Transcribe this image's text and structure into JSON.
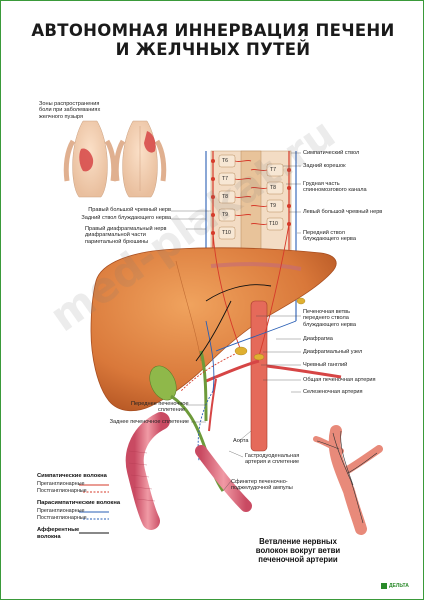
{
  "title": {
    "line1": "АВТОНОМНАЯ ИННЕРВАЦИЯ ПЕЧЕНИ",
    "line2": "И ЖЕЛЧНЫХ ПУТЕЙ"
  },
  "pain_zones": {
    "line1": "Зоны распространения",
    "line2": "боли при заболеваниях",
    "line3": "желчного пузыря"
  },
  "vertebrae": [
    "T6",
    "T7",
    "T8",
    "T9",
    "T10"
  ],
  "vertebrae_right": [
    "T7",
    "T8",
    "T9",
    "T10"
  ],
  "labels_right": [
    "Симпатический ствол",
    "Задний корешок",
    "Грудная часть",
    "спинномозгового канала",
    "Левый большой чревный нерв",
    "Передний ствол",
    "блуждающего нерва",
    "Печеночная ветвь",
    "переднего ствола",
    "блуждающего нерва",
    "Диафрагма",
    "Диафрагмальный узел",
    "Чревный ганглий",
    "Общая печеночная артерия",
    "Селезеночная артерия"
  ],
  "labels_left": [
    "Правый большой чревный нерв",
    "Задний ствол блуждающего нерва",
    "Правый диафрагмальный нерв",
    "диафрагмальной части",
    "париетальной брюшины"
  ],
  "labels_center": [
    "Переднее печеночное",
    "сплетение",
    "Заднее печеночное сплетение",
    "Аорта",
    "Гастродуоденальная",
    "артерия и сплетение",
    "Сфинктер печеночно-",
    "поджелудочной ампулы"
  ],
  "legend": {
    "sym_title": "Симпатические волокна",
    "sym_pre": "Преганглионарные",
    "sym_post": "Постганглионарные",
    "para_title": "Парасимпатические волокна",
    "para_pre": "Преганглионарные",
    "para_post": "Постганглионарные",
    "aff_title": "Афферентные",
    "aff_title2": "волокна"
  },
  "caption": {
    "line1": "Ветвление нервных",
    "line2": "волокон вокруг ветви",
    "line3": "печеночной артерии"
  },
  "watermark": "med-plakat.ru",
  "logo": "ДЕЛЬТА",
  "colors": {
    "liver": "#d9783a",
    "sympathetic": "#d63a2a",
    "parasympathetic": "#2a5fb5",
    "afferent": "#111111",
    "gallbladder": "#8fb84a",
    "intestine": "#e87a8a"
  }
}
